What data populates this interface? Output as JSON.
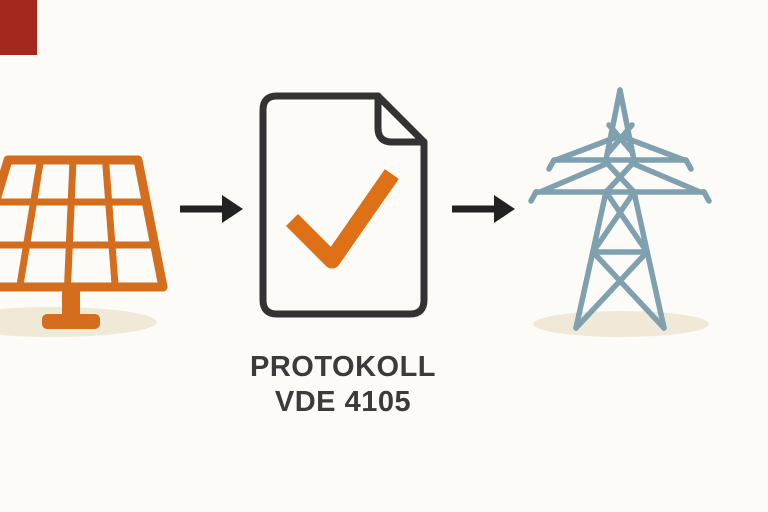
{
  "title": "Solar panel to power grid certification flow",
  "label": {
    "line1": "PROTOKOLL",
    "line2": "VDE 4105"
  },
  "flow": [
    "solar-panel",
    "protocol-document",
    "power-grid-pylon"
  ],
  "icons": {
    "left": "solar-panel-icon",
    "arrow1": "arrow-right-icon",
    "center": "document-with-checkmark-icon",
    "arrow2": "arrow-right-icon",
    "right": "transmission-tower-icon",
    "corner": "red-corner-mark"
  },
  "colors": {
    "background": "#FCFBF7",
    "solar_orange": "#D46E1E",
    "check_orange": "#DE7118",
    "document_stroke": "#333333",
    "arrow_black": "#222222",
    "pylon_blue": "#7FA0AF",
    "shadow_beige": "#F0E9D8",
    "corner_red": "#A3271D",
    "text_dark": "#3B3B3B"
  }
}
